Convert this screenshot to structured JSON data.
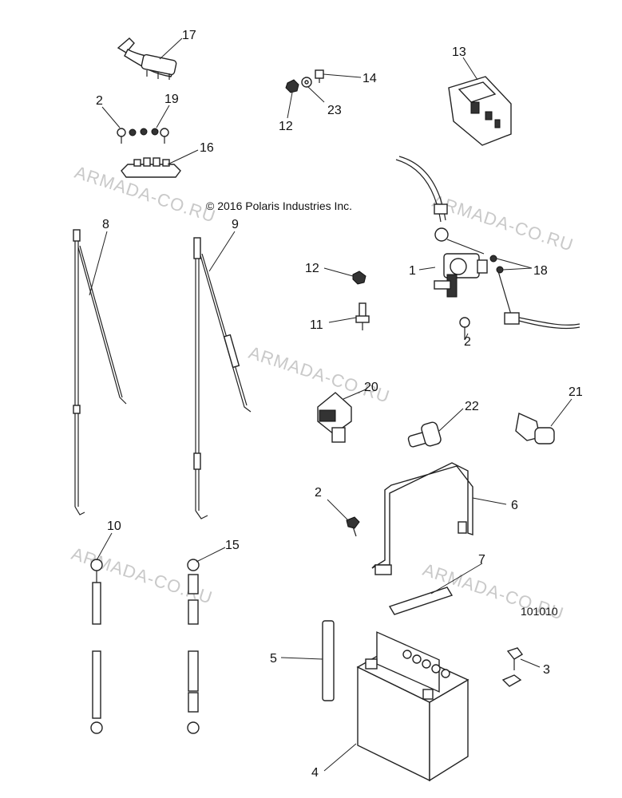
{
  "copyright": "© 2016 Polaris Industries Inc.",
  "figure_number": "101010",
  "watermark": "ARMADA-CO.RU",
  "callouts": [
    "17",
    "2",
    "19",
    "16",
    "8",
    "9",
    "14",
    "23",
    "12",
    "13",
    "1",
    "18",
    "12",
    "11",
    "2",
    "20",
    "22",
    "21",
    "6",
    "2",
    "10",
    "15",
    "7",
    "5",
    "3",
    "4"
  ]
}
